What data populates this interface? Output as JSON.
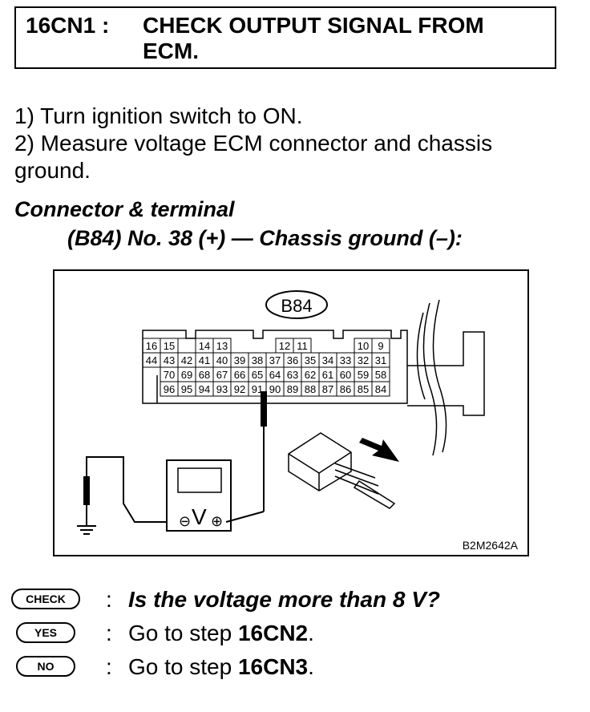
{
  "header": {
    "code": "16CN1 :",
    "title": "CHECK OUTPUT SIGNAL FROM ECM."
  },
  "steps": [
    "1)  Turn ignition switch to ON.",
    "2)  Measure voltage ECM connector and chassis ground."
  ],
  "connector": {
    "heading": "Connector & terminal",
    "terminal": "(B84) No. 38 (+) — Chassis ground (–):"
  },
  "figure": {
    "connector_label": "B84",
    "figure_code": "B2M2642A",
    "row1_left": [
      "16",
      "15",
      "",
      "14",
      "13"
    ],
    "row1_mid": [
      "12",
      "11"
    ],
    "row1_right": [
      "10",
      "9"
    ],
    "row2": [
      "44",
      "43",
      "42",
      "41",
      "40",
      "39",
      "38",
      "37",
      "36",
      "35",
      "34",
      "33",
      "32",
      "31"
    ],
    "row3": [
      "70",
      "69",
      "68",
      "67",
      "66",
      "65",
      "64",
      "63",
      "62",
      "61",
      "60",
      "59",
      "58"
    ],
    "row4": [
      "96",
      "95",
      "94",
      "93",
      "92",
      "91",
      "90",
      "89",
      "88",
      "87",
      "86",
      "85",
      "84"
    ],
    "meter_symbol": "V",
    "minus": "⊖",
    "plus": "⊕"
  },
  "qa": {
    "check_label": "CHECK",
    "question": "Is the voltage more than 8 V?",
    "yes_label": "YES",
    "yes_text": "Go to step ",
    "yes_step": "16CN2",
    "no_label": "NO",
    "no_text": "Go to step ",
    "no_step": "16CN3",
    "colon": ":",
    "period": "."
  }
}
